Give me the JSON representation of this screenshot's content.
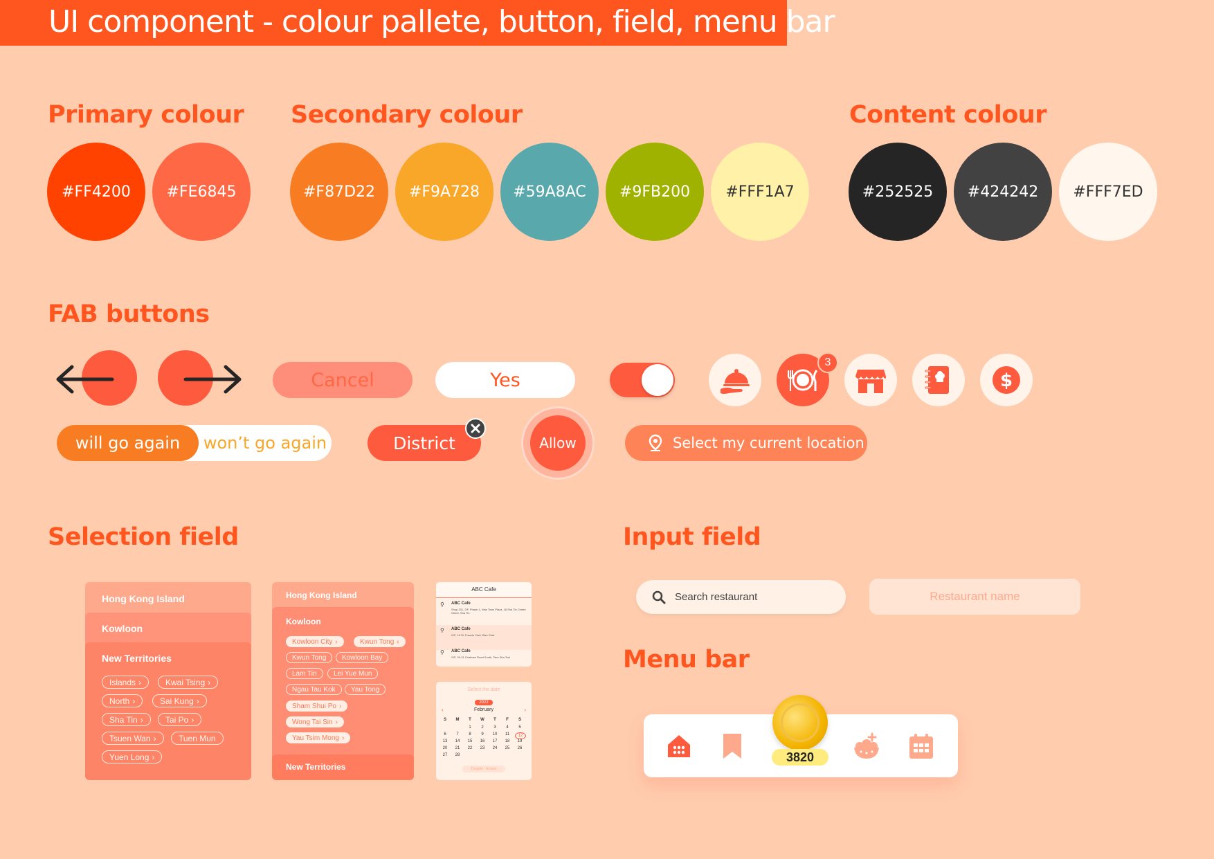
{
  "page_title": "UI component - colour pallete, button, field, menu bar",
  "sections": {
    "primary": "Primary colour",
    "secondary": "Secondary colour",
    "content": "Content colour",
    "fab": "FAB buttons",
    "selection": "Selection field",
    "input": "Input field",
    "menu": "Menu bar"
  },
  "colours": {
    "primary": [
      {
        "hex": "#FF4200",
        "label": "#FF4200"
      },
      {
        "hex": "#FE6845",
        "label": "#FE6845"
      }
    ],
    "secondary": [
      {
        "hex": "#F87D22",
        "label": "#F87D22"
      },
      {
        "hex": "#F9A728",
        "label": "#F9A728"
      },
      {
        "hex": "#59A8AC",
        "label": "#59A8AC"
      },
      {
        "hex": "#9FB200",
        "label": "#9FB200"
      },
      {
        "hex": "#FFF1A7",
        "label": "#FFF1A7"
      }
    ],
    "content": [
      {
        "hex": "#252525",
        "label": "#252525"
      },
      {
        "hex": "#424242",
        "label": "#424242"
      },
      {
        "hex": "#FFF7ED",
        "label": "#FFF7ED"
      }
    ]
  },
  "fab": {
    "cancel": "Cancel",
    "yes": "Yes",
    "badge_count": "3",
    "will_go": "will go again",
    "wont_go": "won’t go again",
    "district": "District",
    "allow": "Allow",
    "select_location": "Select my current location",
    "icons": [
      "back-arrow-icon",
      "forward-arrow-icon",
      "toggle-switch",
      "serving-dish-icon",
      "plate-cutlery-icon",
      "store-icon",
      "chef-menu-book-icon",
      "dollar-icon"
    ]
  },
  "selection": {
    "col1": {
      "hk_island": "Hong Kong Island",
      "kowloon": "Kowloon",
      "nt": "New Territories",
      "nt_tags": [
        "Islands",
        "Kwai Tsing",
        "North",
        "Sai Kung",
        "Sha Tin",
        "Tai Po",
        "Tsuen Wan",
        "Tuen Mun",
        "Yuen Long"
      ]
    },
    "col2": {
      "hk_island": "Hong Kong Island",
      "kowloon": "Kowloon",
      "nt": "New Territories",
      "kowloon_tags": [
        "Kowloon City",
        "Kwun Tong",
        "Kwun Tong",
        "Kowloon Bay",
        "Lam Tin",
        "Lei Yue Mun",
        "Ngau Tau Kok",
        "Yau Tong",
        "Sham Shui Po",
        "Wong Tai Sin",
        "Yau Tsim Mong"
      ]
    },
    "cafe": {
      "title": "ABC Cafe",
      "rows": [
        {
          "name": "ABC Cafe",
          "addr": "Shop 201, 2/F, Phase 1, New Town Plaza, 18 Sha Tin Centre Street, Sha Tin"
        },
        {
          "name": "ABC Cafe",
          "addr": "G/F, 16 St. Francis Yard, Wan Chai"
        },
        {
          "name": "ABC Cafe",
          "addr": "G/F, 29-31 Chatham Road South, Tsim Sha Tsui"
        }
      ]
    },
    "calendar": {
      "title": "Select the date",
      "year": "2022",
      "month": "February",
      "weekdays": [
        "S",
        "M",
        "T",
        "W",
        "T",
        "F",
        "S"
      ],
      "weeks": [
        [
          "",
          "",
          "1",
          "2",
          "3",
          "4",
          "5"
        ],
        [
          "6",
          "7",
          "8",
          "9",
          "10",
          "11",
          "12"
        ],
        [
          "13",
          "14",
          "15",
          "16",
          "17",
          "18",
          "19"
        ],
        [
          "20",
          "21",
          "22",
          "23",
          "24",
          "25",
          "26"
        ],
        [
          "27",
          "28",
          "",
          "",
          "",
          "",
          ""
        ]
      ],
      "selected_day": "12",
      "footer": "Despite · Accept"
    }
  },
  "input": {
    "search_placeholder": "Search restaurant",
    "name_placeholder": "Restaurant name"
  },
  "menu_bar": {
    "coins": "3820",
    "icons": [
      "home-icon",
      "bookmark-icon",
      "coin-icon",
      "food-bowl-icon",
      "calendar-icon"
    ]
  }
}
